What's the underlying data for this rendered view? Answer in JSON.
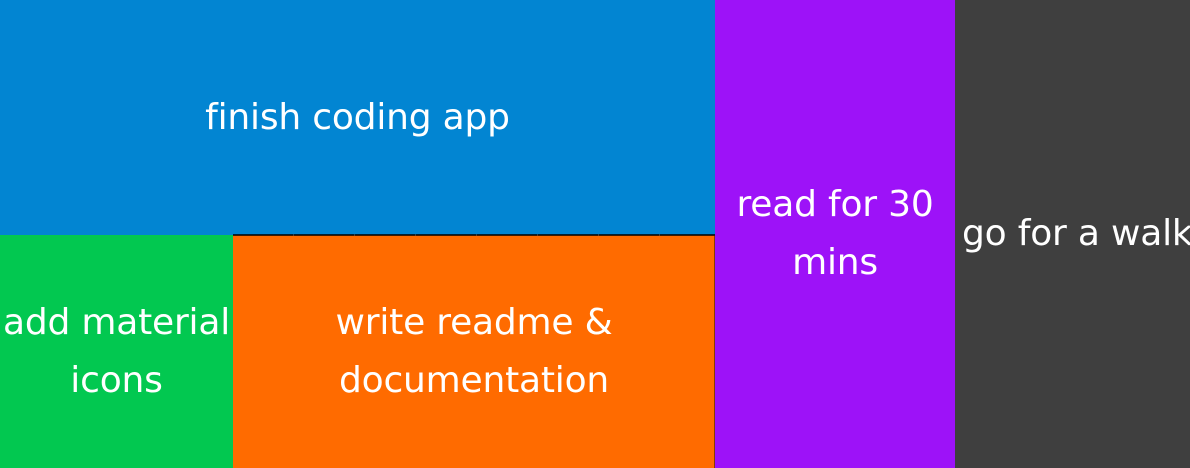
{
  "tasks": [
    {
      "label": "finish coding app",
      "color": "#0285d2"
    },
    {
      "label": "add material icons",
      "color": "#02c850"
    },
    {
      "label": "write readme & documentation",
      "color": "#ff6b00"
    },
    {
      "label": "read for 30 mins",
      "color": "#9d12f8"
    },
    {
      "label": "go for a walk",
      "color": "#3f3f3f"
    }
  ]
}
